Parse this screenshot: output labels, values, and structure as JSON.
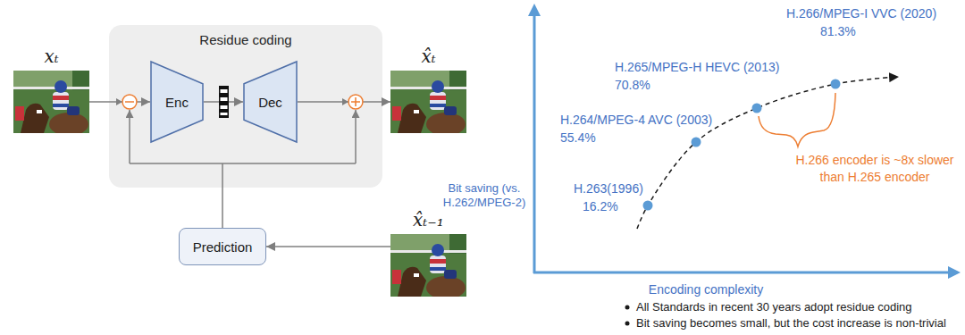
{
  "diagram": {
    "nodes": [
      {
        "text": [
          "xₜ"
        ]
      },
      {
        "text": [
          "Residue coding"
        ]
      },
      {
        "text": [
          "Enc"
        ],
        "in": 1
      },
      {
        "text": [
          "Dec"
        ],
        "in": 1
      },
      {
        "text": [
          "x̂ₜ"
        ]
      },
      {
        "text": [
          "Prediction"
        ]
      },
      {
        "text": [
          "x̂ₜ₋₁"
        ]
      }
    ],
    "edges": [
      {
        "from": 0,
        "to": 2,
        "arrow": "to"
      },
      {
        "from": 2,
        "to": 3,
        "arrow": "to"
      },
      {
        "from": 3,
        "to": 4,
        "arrow": "to"
      },
      {
        "from": 6,
        "to": 5,
        "arrow": "to"
      },
      {
        "from": 5,
        "to": 1,
        "arrow": "none"
      }
    ],
    "labels": [
      "Bit saving (vs. H.262/MPEG-2)",
      "H.263(1996)",
      "16.2%",
      "H.264/MPEG-4 AVC (2003)",
      "55.4%",
      "H.265/MPEG-H HEVC (2013)",
      "70.8%",
      "H.266/MPEG-I VVC (2020)",
      "81.3%",
      "H.266 encoder is ~8x slower than H.265 encoder",
      "Encoding complexity",
      "All Standards in recent 30 years adopt residue coding",
      "Bit saving becomes small, but the cost increase is non-trivial"
    ]
  }
}
